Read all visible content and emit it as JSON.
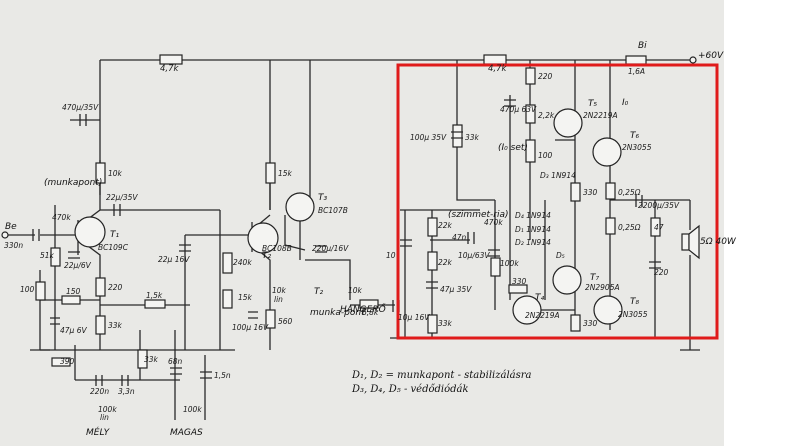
{
  "highlight_color": "#e01b1b",
  "supply": {
    "label": "+60V",
    "fuse": "Bi",
    "fuse_rating": "1,6A"
  },
  "input": {
    "label": "Be",
    "cap": "330n"
  },
  "transistors": [
    {
      "id": "T₁",
      "type": "BC109C"
    },
    {
      "id": "T₂",
      "type": "BC108B"
    },
    {
      "id": "T₃",
      "type": "BC107B"
    },
    {
      "id": "T₄",
      "type": "2N2219A"
    },
    {
      "id": "T₅",
      "type": "2N2219A"
    },
    {
      "id": "T₆",
      "type": "2N3055"
    },
    {
      "id": "T₇",
      "type": "2N2905A"
    },
    {
      "id": "T₈",
      "type": "2N3055"
    }
  ],
  "labels": {
    "munkapont": "(munkapont)",
    "t1_pot": "470k",
    "hangero": "HANGERŐ",
    "mely": "MÉLY",
    "magas": "MAGAS",
    "munka_pont": "munka-pont",
    "t2": "T₂",
    "szimmetria": "(szimmet-ria)",
    "io": "I₀",
    "io_set": "(I₀ set)",
    "speaker": "5Ω 40W",
    "lin": "lin",
    "lin2": "lin"
  },
  "parts": {
    "r_4k7_top": "4,7k",
    "r_4k7_top2": "4,7k",
    "c_470u": "470µ/35V",
    "r_10k": "10k",
    "c_22u_35v": "22µ/35V",
    "r_15k": "15k",
    "r_51k": "51k",
    "c_22u_6v": "22µ/6V",
    "r_100": "100",
    "r_150": "150",
    "c_47u_6v": "47µ 6V",
    "r_220": "220",
    "r_33k": "33k",
    "r_1k5": "1,5k",
    "c_22u_16v": "22µ 16V",
    "r_240k": "240k",
    "r_15k_b": "15k",
    "c_100u_16v": "100µ 16V",
    "r_560": "560",
    "c_220u_16v": "220µ/16V",
    "pot_10k": "10k",
    "pot_10k_b": "10k",
    "r_6k8": "6,8k",
    "c_10u_16v": "10µ 16V",
    "r_390": "390",
    "c_220n": "220n",
    "c_3n3": "3,3n",
    "r_33k_b": "33k",
    "c_68n": "68n",
    "pot_100k": "100k",
    "pot_100k_b": "100k",
    "c_1n5": "1,5n",
    "r_220_top": "220",
    "c_470u_63v": "470µ 63V",
    "r_2k2": "2,2k",
    "c_100u_35v": "100µ 35V",
    "r_33k_c": "33k",
    "pot_100": "100",
    "d3": "D₃ 1N914",
    "r_330": "330",
    "r_025a": "0,25Ω",
    "c_2200u": "2200µ/35V",
    "r_22k": "22k",
    "r_22k_b": "22k",
    "c_47n": "47n",
    "pot_470k": "470k",
    "c_10u_63v": "10µ/63V",
    "d1": "D₁ 1N914",
    "d2": "D₂ 1N914",
    "d4": "D₄ 1N914",
    "d5": "D₅",
    "r_100k": "100k",
    "r_47": "47",
    "r_025b": "0,25Ω",
    "c_220": "220",
    "c_47u_35v": "47µ 35V",
    "r_33k_d": "33k",
    "r_330_b": "330",
    "r_330_c": "330",
    "c_10": "10"
  },
  "notes": {
    "line1": "D₁, D₂ = munkapont - stabilizálásra",
    "line2": "D₃, D₄, D₅ - védődiódák"
  }
}
